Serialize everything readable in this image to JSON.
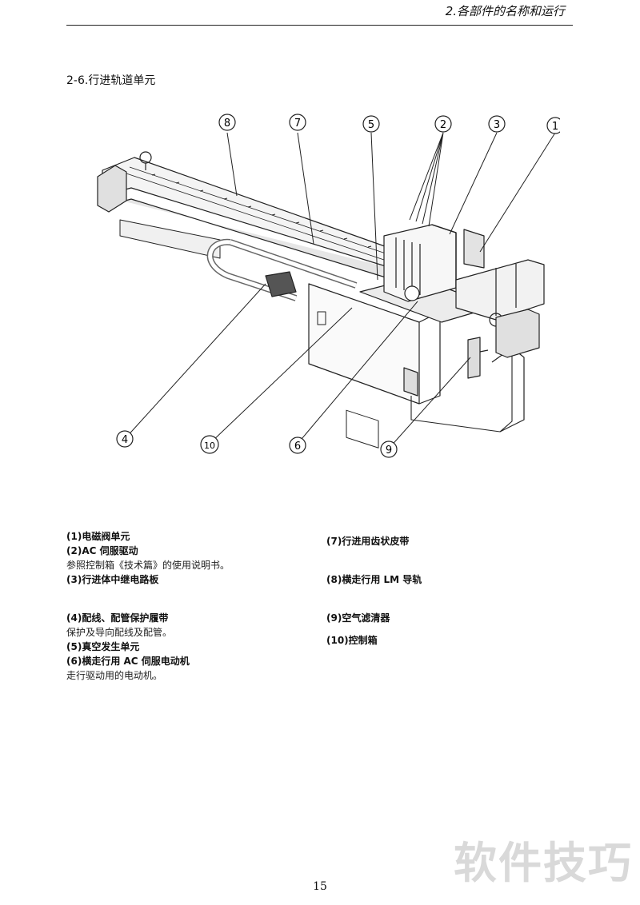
{
  "header": {
    "title": "2.各部件的名称和运行"
  },
  "section": {
    "title": "2-6.行进轨道单元"
  },
  "callouts": {
    "c1": "1",
    "c2": "2",
    "c3": "3",
    "c4": "4",
    "c5": "5",
    "c6": "6",
    "c7": "7",
    "c8": "8",
    "c9": "9",
    "c10": "10"
  },
  "parts_left": {
    "p1": "(1)电磁阀单元",
    "p2": "(2)AC 伺服驱动",
    "p2_note": "参照控制箱《技术篇》的使用说明书。",
    "p3": "(3)行进体中继电路板",
    "p4": "(4)配线、配管保护履带",
    "p4_note": "保护及导向配线及配管。",
    "p5": "(5)真空发生单元",
    "p6": "(6)横走行用 AC 伺服电动机",
    "p6_note": "走行驱动用的电动机。"
  },
  "parts_right": {
    "p7": "(7)行进用齿状皮带",
    "p8": "(8)横走行用 LM 导轨",
    "p9": "(9)空气滤清器",
    "p10": "(10)控制箱"
  },
  "footer": {
    "page_number": "15"
  },
  "watermark": {
    "text": "软件技巧"
  }
}
